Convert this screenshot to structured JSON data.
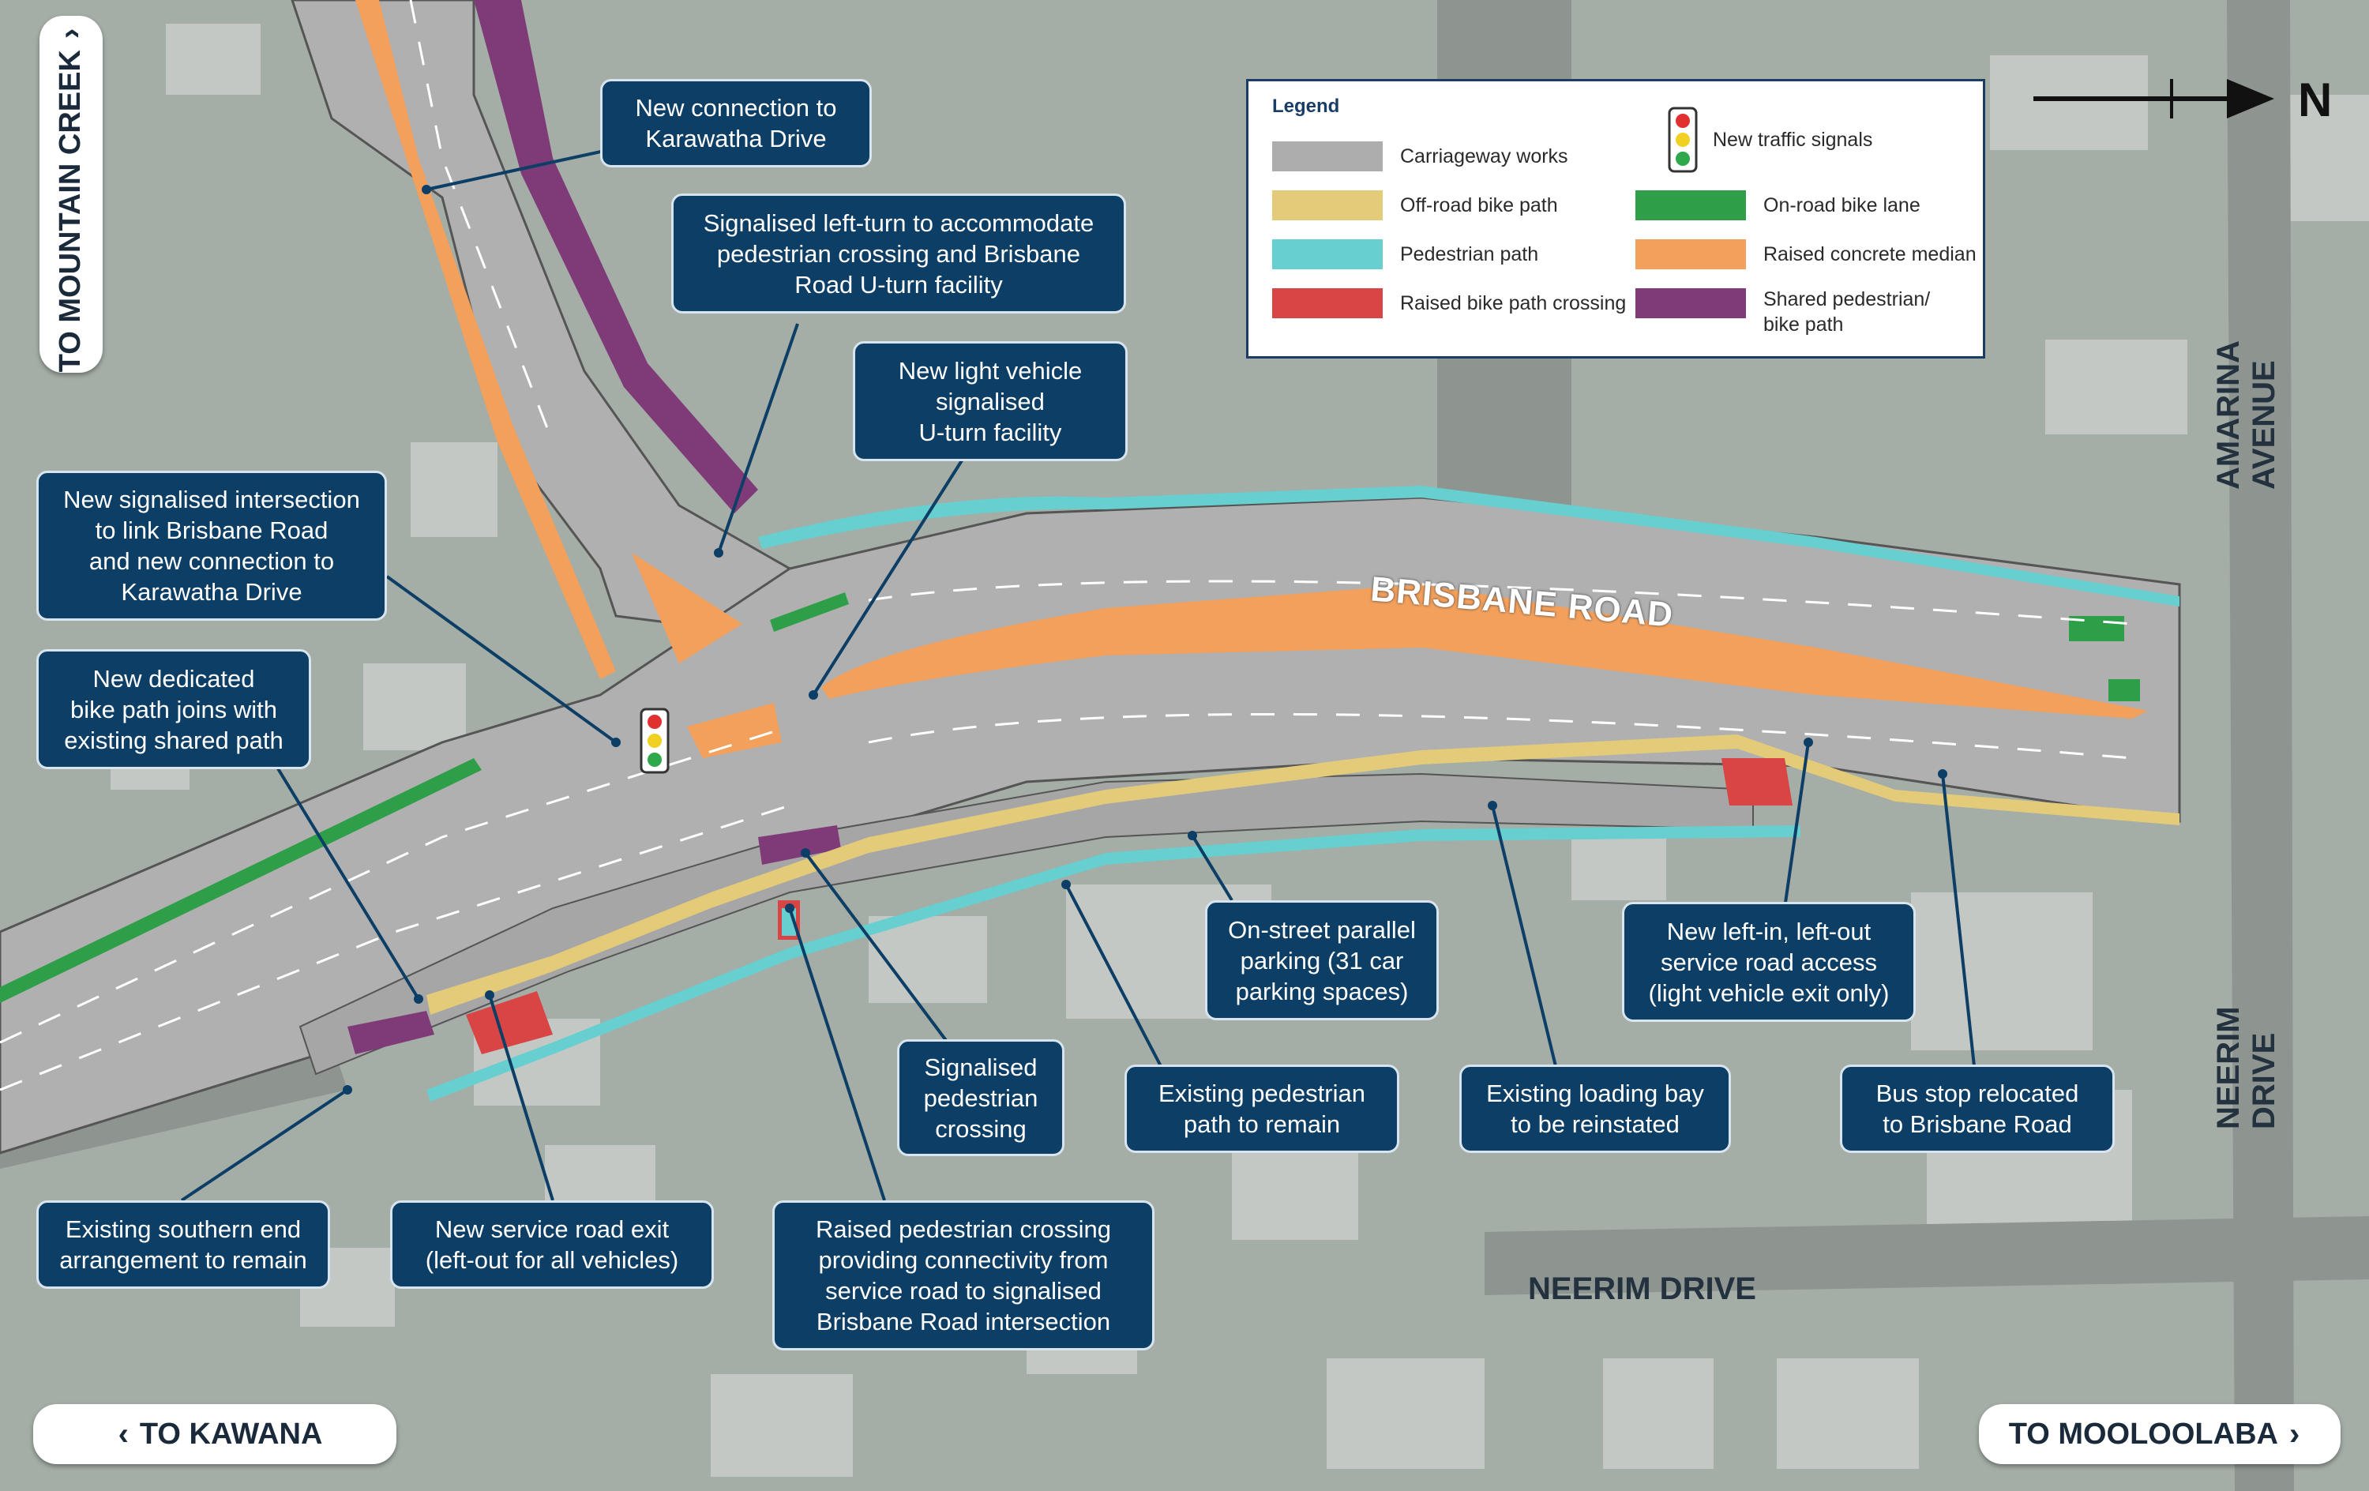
{
  "legend": {
    "title": "Legend",
    "items": [
      {
        "label": "Carriageway works",
        "color": "#adadad"
      },
      {
        "label": "Off-road bike path",
        "color": "#e3cb7a"
      },
      {
        "label": "Pedestrian path",
        "color": "#67cfcf"
      },
      {
        "label": "Raised bike path crossing",
        "color": "#d94545"
      },
      {
        "label": "New traffic signals",
        "color": ""
      },
      {
        "label": "On-road bike lane",
        "color": "#2e9e48"
      },
      {
        "label": "Raised concrete median",
        "color": "#f2a05c"
      },
      {
        "label": "Shared pedestrian/\nbike path",
        "color": "#7f3a78"
      }
    ]
  },
  "north_label": "N",
  "road_labels": {
    "brisbane_road": "BRISBANE ROAD",
    "neerim_drive": "NEERIM DRIVE",
    "neerim_drive_vertical": "NEERIM DRIVE",
    "amarina_avenue": "AMARINA AVENUE"
  },
  "nav": {
    "mountain_creek": "TO MOUNTAIN CREEK",
    "kawana": "TO KAWANA",
    "mooloolaba": "TO MOOLOOLABA",
    "chevron_left": "‹",
    "chevron_right": "›"
  },
  "callouts": {
    "karawatha": "New connection to\nKarawatha Drive",
    "left_turn": "Signalised left-turn to accommodate\npedestrian crossing and Brisbane\nRoad U-turn facility",
    "uturn": "New light vehicle\nsignalised\nU-turn facility",
    "intersection": "New signalised intersection\nto link Brisbane Road\nand new connection to\nKarawatha Drive",
    "bike_path": "New dedicated\nbike path joins with\nexisting shared path",
    "parking": "On-street parallel\nparking (31 car\nparking spaces)",
    "left_in": "New left-in, left-out\nservice road access\n(light vehicle exit only)",
    "ped_crossing": "Signalised\npedestrian\ncrossing",
    "ped_path": "Existing pedestrian\npath to remain",
    "loading_bay": "Existing loading bay\nto be reinstated",
    "bus_stop": "Bus stop relocated\nto Brisbane Road",
    "southern_end": "Existing southern end\narrangement to remain",
    "service_exit": "New service road exit\n(left-out for all vehicles)",
    "raised_crossing": "Raised pedestrian crossing\nproviding connectivity from\nservice road to signalised\nBrisbane Road intersection"
  },
  "colors": {
    "callout_bg": "#0d3e66",
    "carriageway": "#adadad",
    "bike_path": "#e3cb7a",
    "pedestrian_path": "#67cfcf",
    "raised_crossing": "#d94545",
    "bike_lane": "#2e9e48",
    "median": "#f2a05c",
    "shared_path": "#7f3a78",
    "aerial": "#9aa59e"
  }
}
